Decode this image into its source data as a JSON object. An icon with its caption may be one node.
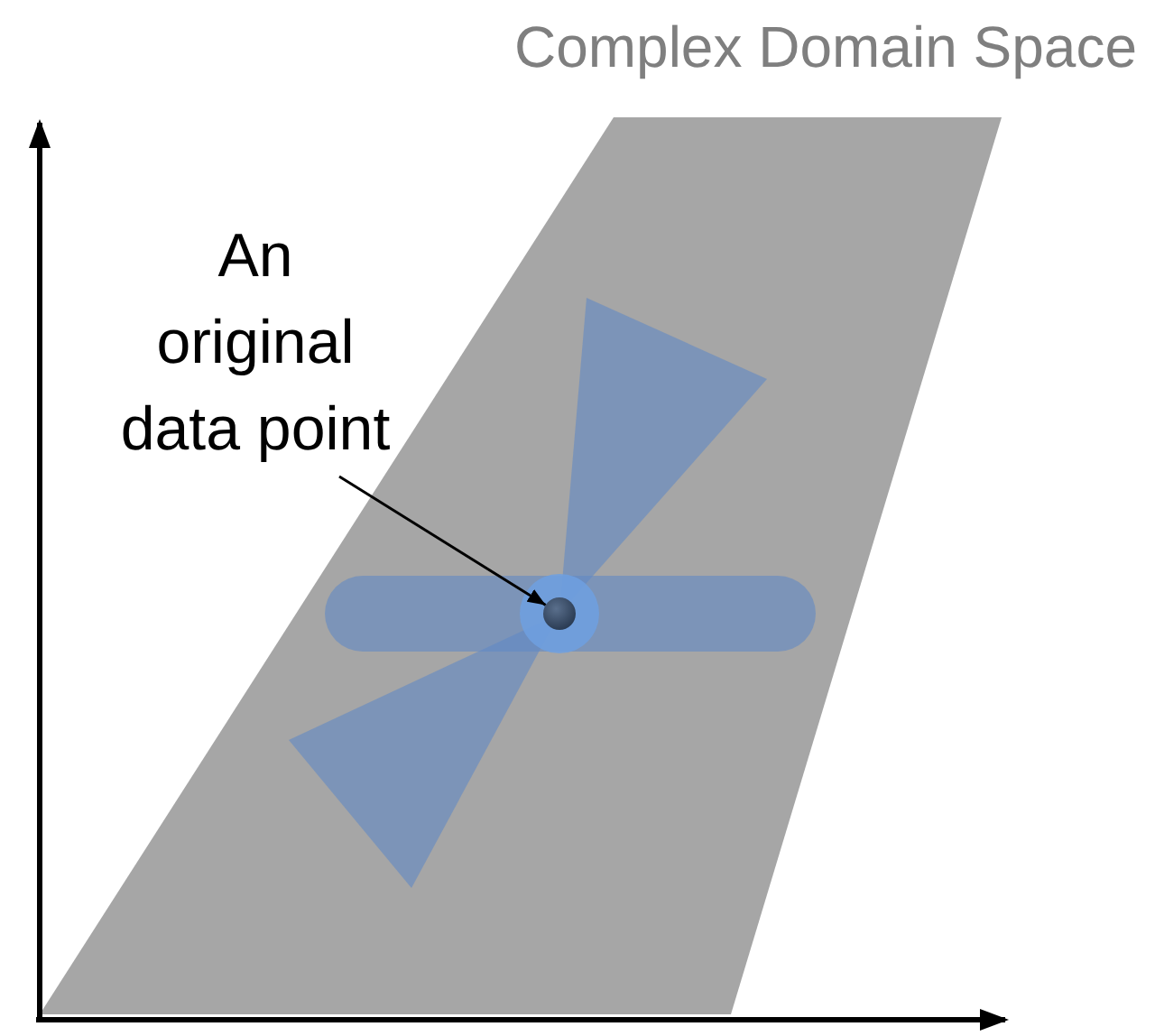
{
  "diagram": {
    "title": "Complex Domain Space",
    "nodes": [
      {
        "text": [
          "An original data point"
        ]
      },
      {
        "text": [],
        "shape": "circle"
      }
    ],
    "edges": [
      {
        "from": 0,
        "to": 1,
        "arrow": "to"
      }
    ]
  }
}
